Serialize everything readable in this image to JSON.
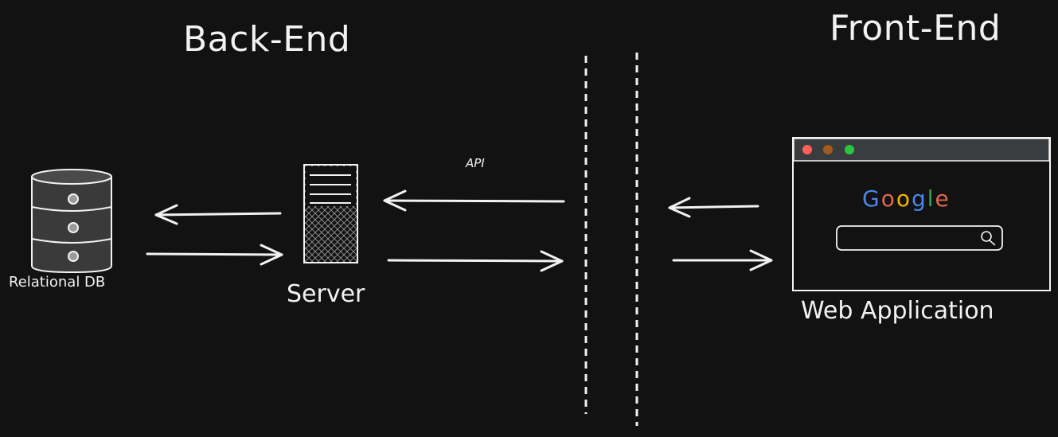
{
  "headings": {
    "backend": "Back-End",
    "frontend": "Front-End"
  },
  "labels": {
    "db": "Relational DB",
    "server": "Server",
    "api": "API",
    "web_app": "Web Application"
  },
  "browser": {
    "logo_letters": [
      "G",
      "o",
      "o",
      "g",
      "l",
      "e"
    ],
    "logo_colors": [
      "#4a86e8",
      "#e0684b",
      "#f4b400",
      "#4a86e8",
      "#34a853",
      "#e0684b"
    ],
    "dot_colors": [
      "#ff5f57",
      "#a35a1f",
      "#28c840"
    ]
  },
  "colors": {
    "background": "#121212",
    "stroke": "#f2f2f2"
  }
}
